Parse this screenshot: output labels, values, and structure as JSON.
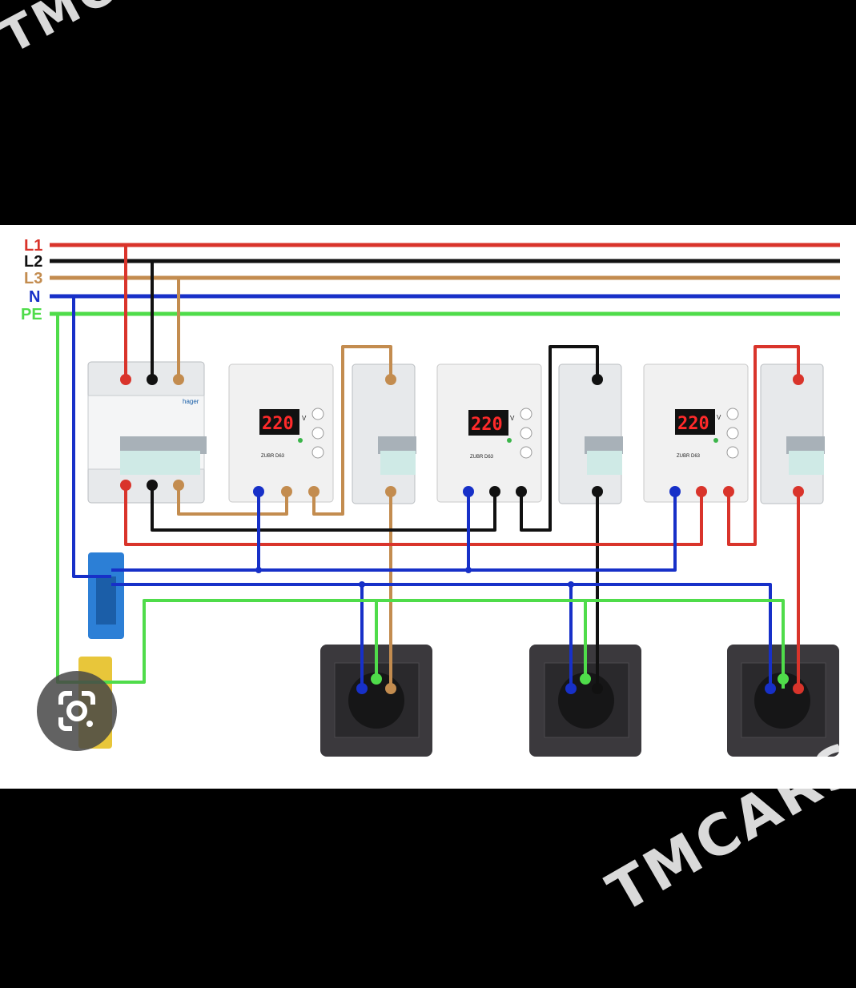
{
  "watermark": {
    "top": "TMC",
    "bottom": "TMCARS"
  },
  "diagram": {
    "bus_labels": [
      {
        "id": "L1",
        "label": "L1",
        "color": "#d9342b"
      },
      {
        "id": "L2",
        "label": "L2",
        "color": "#111111"
      },
      {
        "id": "L3",
        "label": "L3",
        "color": "#c38c4f"
      },
      {
        "id": "N",
        "label": "N",
        "color": "#1730c8"
      },
      {
        "id": "PE",
        "label": "PE",
        "color": "#4fdc4a"
      }
    ],
    "relays": [
      {
        "display": "220",
        "unit": "V",
        "model": "ZUBR D63"
      },
      {
        "display": "220",
        "unit": "V",
        "model": "ZUBR D63"
      },
      {
        "display": "220",
        "unit": "V",
        "model": "ZUBR D63"
      }
    ],
    "breaker_brand": "hager"
  },
  "icons": {
    "lens": "google-lens-icon"
  }
}
